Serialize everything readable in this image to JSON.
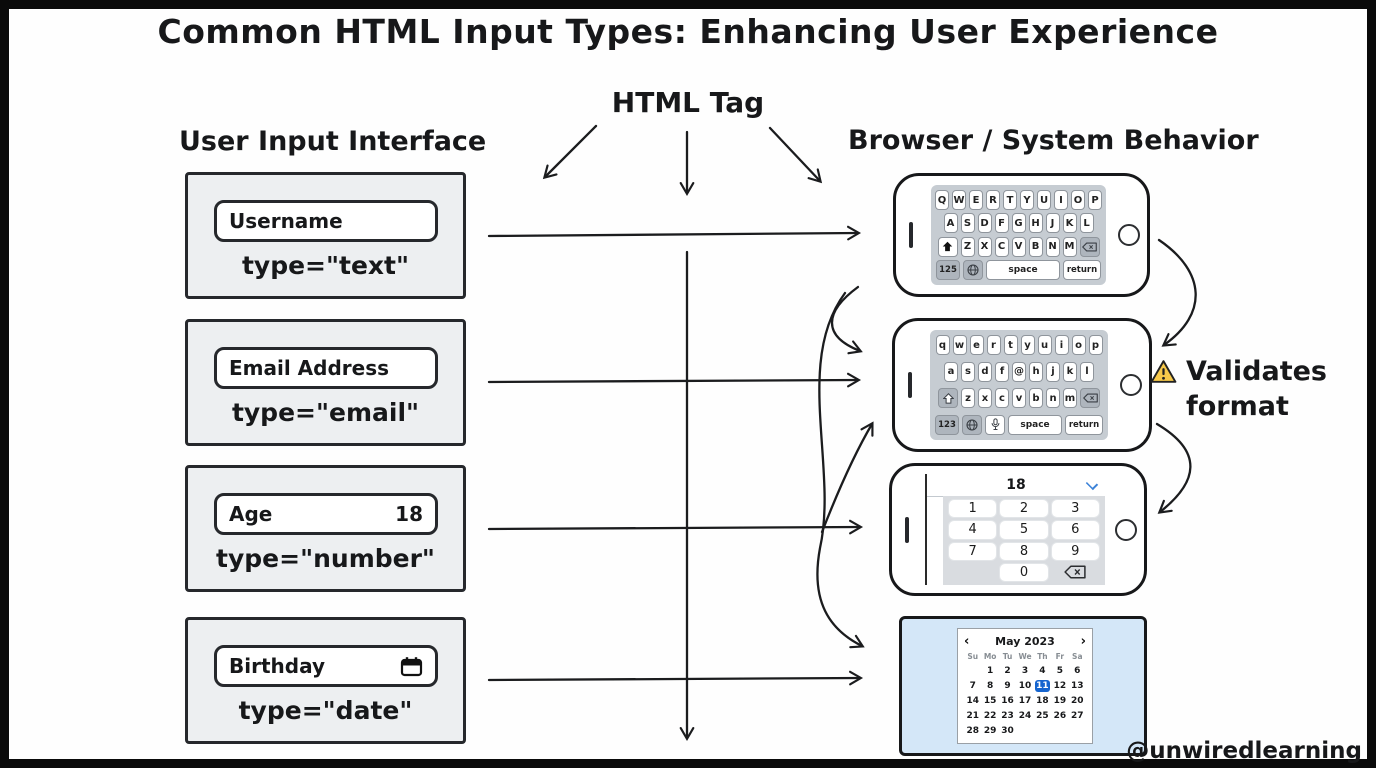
{
  "title": "Common HTML Input Types: Enhancing User Experience",
  "headers": {
    "tag": "HTML Tag",
    "left": "User Input Interface",
    "right": "Browser / System Behavior"
  },
  "inputs": [
    {
      "label": "Username",
      "type_label": "type=\"text\""
    },
    {
      "label": "Email Address",
      "type_label": "type=\"email\""
    },
    {
      "label": "Age",
      "value": "18",
      "type_label": "type=\"number\""
    },
    {
      "label": "Birthday",
      "icon": "calendar-icon",
      "type_label": "type=\"date\""
    }
  ],
  "keyboards": [
    {
      "name": "uppercase-qwerty",
      "row1": [
        "Q",
        "W",
        "E",
        "R",
        "T",
        "Y",
        "U",
        "I",
        "O",
        "P"
      ],
      "row2": [
        "A",
        "S",
        "D",
        "F",
        "G",
        "H",
        "J",
        "K",
        "L"
      ],
      "row3": [
        "Z",
        "X",
        "C",
        "V",
        "B",
        "N",
        "M"
      ],
      "num_key": "125",
      "space_key": "space",
      "return_key": "return",
      "has_mic": false,
      "shift_style": "filled"
    },
    {
      "name": "lowercase-qwerty-email",
      "row1": [
        "q",
        "w",
        "e",
        "r",
        "t",
        "y",
        "u",
        "i",
        "o",
        "p"
      ],
      "row2": [
        "a",
        "s",
        "d",
        "f",
        "@",
        "h",
        "j",
        "k",
        "l"
      ],
      "row3": [
        "z",
        "x",
        "c",
        "v",
        "b",
        "n",
        "m"
      ],
      "num_key": "123",
      "space_key": "space",
      "return_key": "return",
      "has_mic": true,
      "shift_style": "outline"
    }
  ],
  "numpad": {
    "value": "18",
    "rows": [
      [
        "1",
        "2",
        "3"
      ],
      [
        "4",
        "5",
        "6"
      ],
      [
        "7",
        "8",
        "9"
      ]
    ],
    "zero_key": "0"
  },
  "calendar": {
    "month": "May 2023",
    "prev": "‹",
    "next": "›",
    "weekdays": [
      "Su",
      "Mo",
      "Tu",
      "We",
      "Th",
      "Fr",
      "Sa"
    ],
    "weeks": [
      [
        "",
        "1",
        "2",
        "3",
        "4",
        "5",
        "6"
      ],
      [
        "7",
        "8",
        "9",
        "10",
        "11",
        "12",
        "13"
      ],
      [
        "14",
        "15",
        "16",
        "17",
        "18",
        "19",
        "20"
      ],
      [
        "21",
        "22",
        "23",
        "24",
        "25",
        "26",
        "27"
      ],
      [
        "28",
        "29",
        "30",
        "",
        "",
        "",
        ""
      ]
    ],
    "selected_day": "11"
  },
  "annotation": {
    "line1": "Validates",
    "line2": "format"
  },
  "attribution": "@unwiredlearning",
  "colors": {
    "accent_blue": "#1665cf",
    "chevron_blue": "#3b82d8",
    "warning_yellow": "#f7c94a",
    "calendar_bg": "#d4e7f8",
    "keyboard_gray": "#c6ccd2",
    "dark_key_gray": "#aeb5bd",
    "card_gray": "#edeff1"
  }
}
